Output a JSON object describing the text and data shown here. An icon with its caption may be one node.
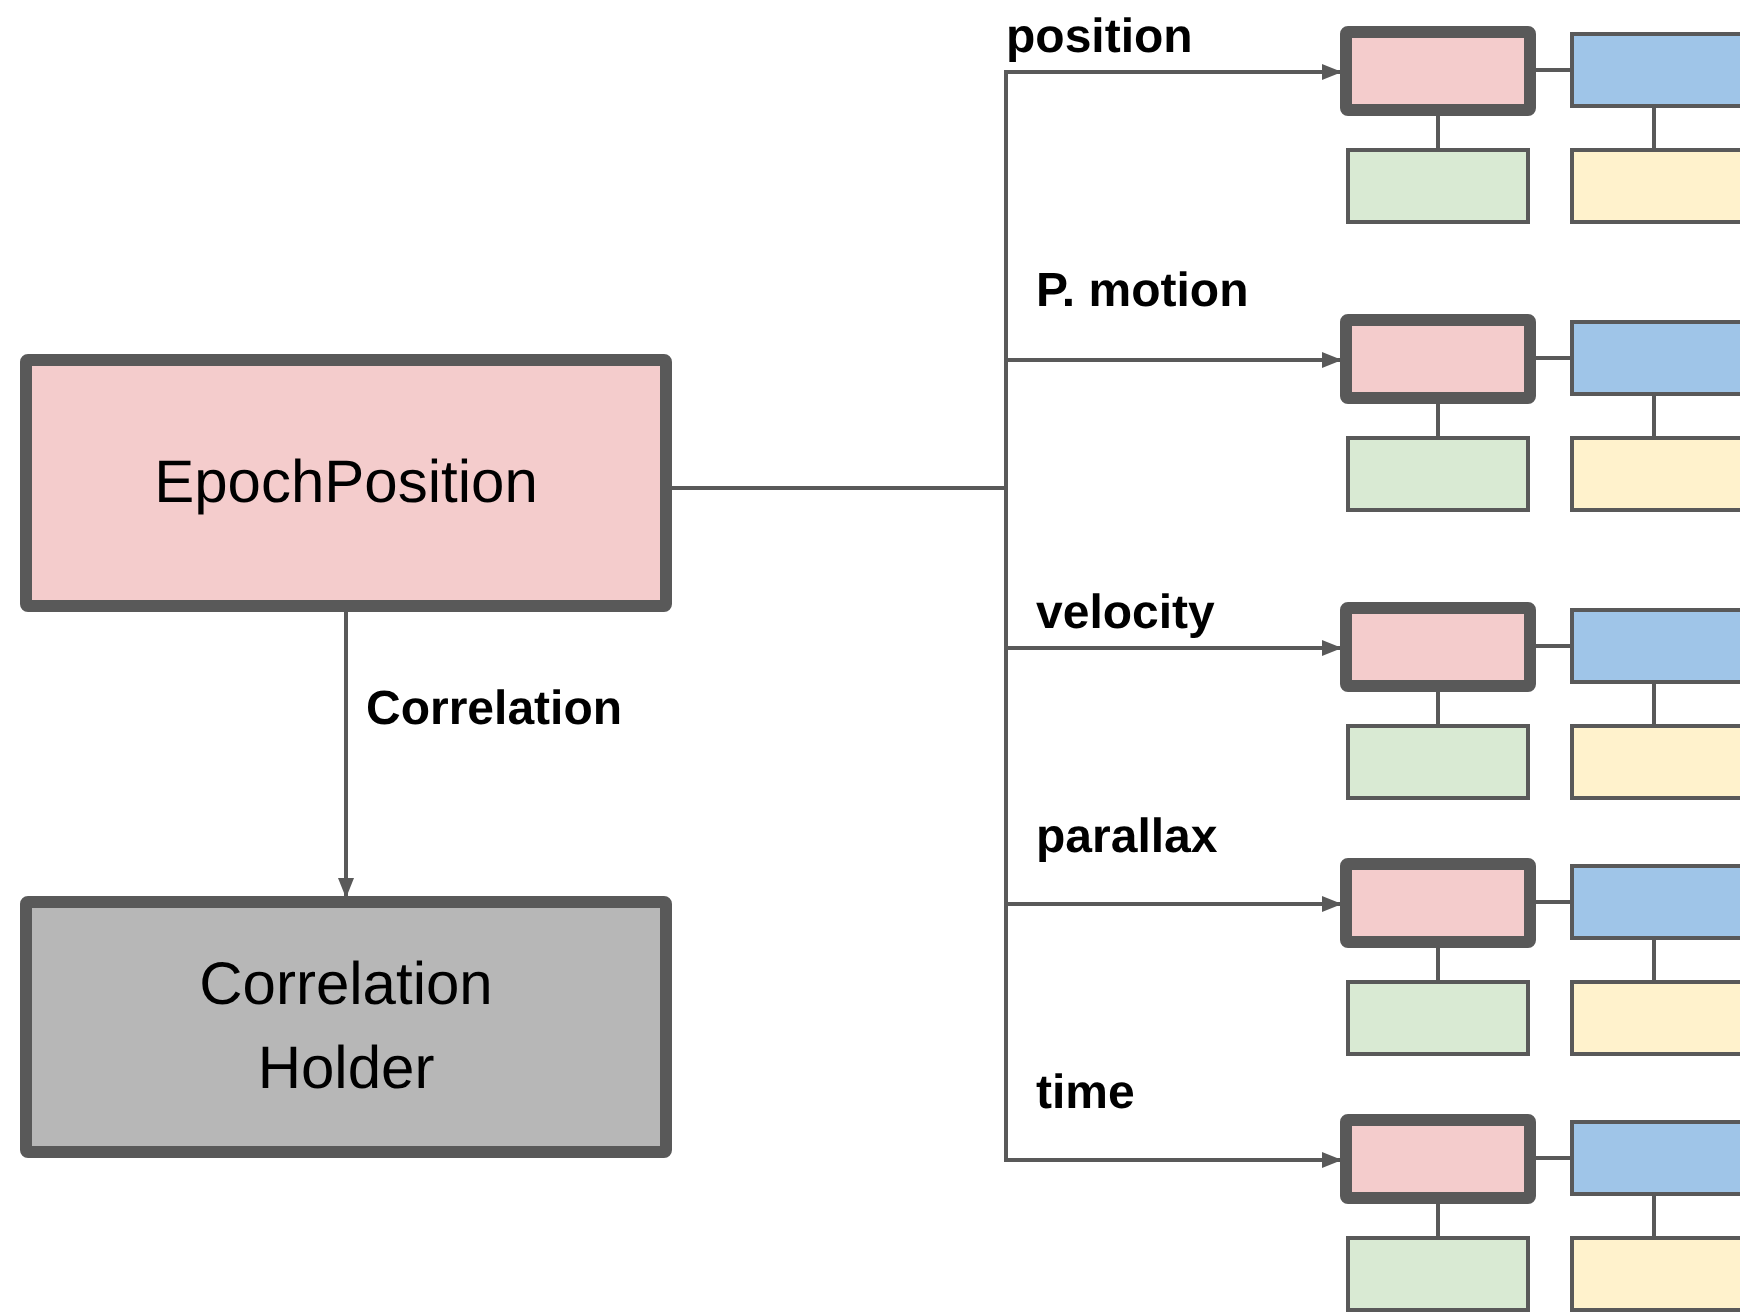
{
  "diagram": {
    "nodes": [
      {
        "text": [
          "EpochPosition"
        ]
      },
      {
        "text": [
          "Correlation Holder"
        ]
      },
      {
        "text": [],
        "shape": "box"
      },
      {
        "text": [],
        "shape": "box"
      },
      {
        "text": [],
        "shape": "box"
      },
      {
        "text": [],
        "shape": "box"
      },
      {
        "text": [],
        "shape": "box"
      },
      {
        "text": [],
        "shape": "box"
      },
      {
        "text": [],
        "shape": "box"
      },
      {
        "text": [],
        "shape": "box"
      },
      {
        "text": [],
        "shape": "box"
      },
      {
        "text": [],
        "shape": "box"
      },
      {
        "text": [],
        "shape": "box"
      },
      {
        "text": [],
        "shape": "box"
      },
      {
        "text": [],
        "shape": "box"
      },
      {
        "text": [],
        "shape": "box"
      },
      {
        "text": [],
        "shape": "box"
      },
      {
        "text": [],
        "shape": "box"
      },
      {
        "text": [],
        "shape": "box"
      },
      {
        "text": [],
        "shape": "box"
      },
      {
        "text": [],
        "shape": "box"
      },
      {
        "text": [],
        "shape": "box"
      }
    ],
    "edges": [
      {
        "from": 0,
        "to": 1,
        "arrow": "to",
        "label": "Correlation"
      },
      {
        "from": 0,
        "to": 2,
        "arrow": "to",
        "label": "position"
      },
      {
        "from": 0,
        "to": 6,
        "arrow": "to",
        "label": "P. motion"
      },
      {
        "from": 0,
        "to": 10,
        "arrow": "to",
        "label": "velocity"
      },
      {
        "from": 0,
        "to": 14,
        "arrow": "to",
        "label": "parallax"
      },
      {
        "from": 0,
        "to": 18,
        "arrow": "to",
        "label": "time"
      },
      {
        "from": 2,
        "to": 3,
        "arrow": "none"
      },
      {
        "from": 2,
        "to": 4,
        "arrow": "none"
      },
      {
        "from": 3,
        "to": 5,
        "arrow": "none"
      },
      {
        "from": 6,
        "to": 7,
        "arrow": "none"
      },
      {
        "from": 6,
        "to": 8,
        "arrow": "none"
      },
      {
        "from": 7,
        "to": 9,
        "arrow": "none"
      },
      {
        "from": 10,
        "to": 11,
        "arrow": "none"
      },
      {
        "from": 10,
        "to": 12,
        "arrow": "none"
      },
      {
        "from": 11,
        "to": 13,
        "arrow": "none"
      },
      {
        "from": 14,
        "to": 15,
        "arrow": "none"
      },
      {
        "from": 14,
        "to": 16,
        "arrow": "none"
      },
      {
        "from": 15,
        "to": 17,
        "arrow": "none"
      },
      {
        "from": 18,
        "to": 19,
        "arrow": "none"
      },
      {
        "from": 18,
        "to": 20,
        "arrow": "none"
      },
      {
        "from": 19,
        "to": 21,
        "arrow": "none"
      }
    ]
  }
}
